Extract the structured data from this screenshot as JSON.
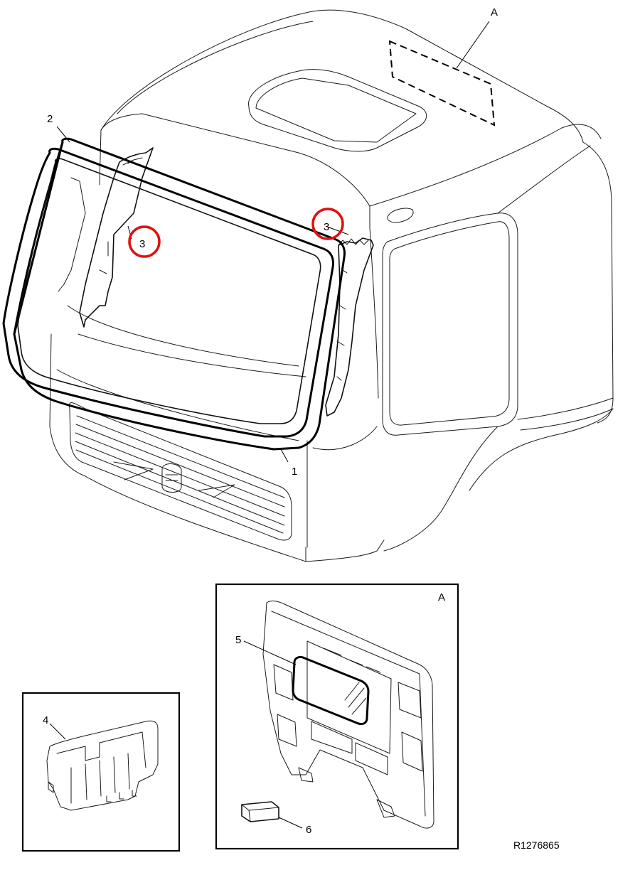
{
  "diagram": {
    "callouts": {
      "a_main": "A",
      "c1": "1",
      "c2": "2",
      "c3_left": "3",
      "c3_right": "3",
      "c4": "4",
      "c5": "5",
      "c6": "6",
      "a_detail": "A"
    },
    "drawing_code": "R1276865",
    "highlight_color": "#e01010"
  }
}
